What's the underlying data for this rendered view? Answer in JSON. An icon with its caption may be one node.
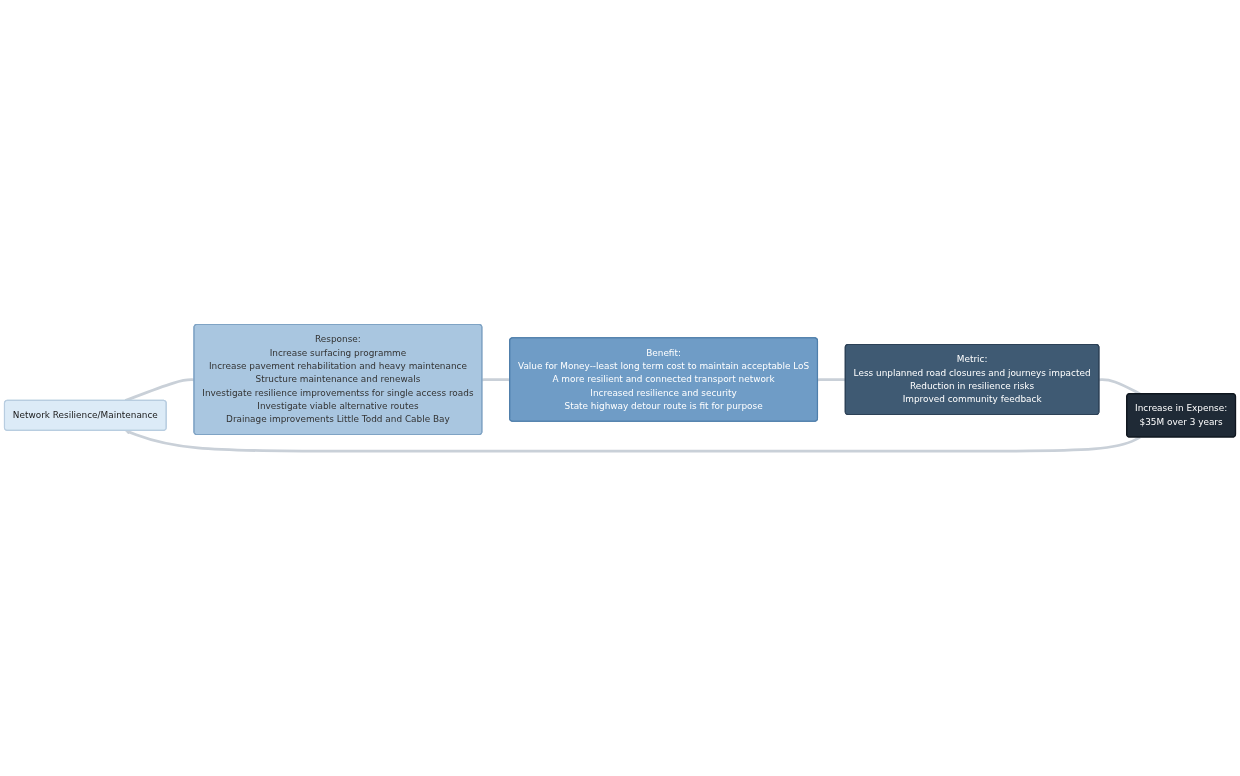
{
  "diagram": {
    "nodes": [
      {
        "text": [
          "Network Resilience/Maintenance"
        ]
      },
      {
        "text": [
          "Response:",
          "Increase surfacing programme",
          "Increase pavement rehabilitation and heavy maintenance",
          "Structure maintenance and renewals",
          "Investigate resilience improvementss for single access roads",
          "Investigate viable alternative routes",
          "Drainage improvements Little Todd and Cable Bay"
        ]
      },
      {
        "text": [
          "Benefit:",
          "Value for Money--least long term cost to maintain acceptable LoS",
          "A more resilient and connected transport network",
          "Increased resilience and security",
          "State highway detour route is fit for purpose"
        ]
      },
      {
        "text": [
          "Metric:",
          "Less unplanned road closures and journeys impacted",
          "Reduction in resilience risks",
          "Improved community feedback"
        ]
      },
      {
        "text": [
          "Increase in Expense:",
          "$35M over 3 years"
        ]
      }
    ],
    "edges": [
      {
        "from": 0,
        "to": 1,
        "arrow": "none"
      },
      {
        "from": 1,
        "to": 2,
        "arrow": "none"
      },
      {
        "from": 2,
        "to": 3,
        "arrow": "none"
      },
      {
        "from": 3,
        "to": 4,
        "arrow": "none"
      },
      {
        "from": 4,
        "to": 0,
        "arrow": "to"
      }
    ]
  }
}
